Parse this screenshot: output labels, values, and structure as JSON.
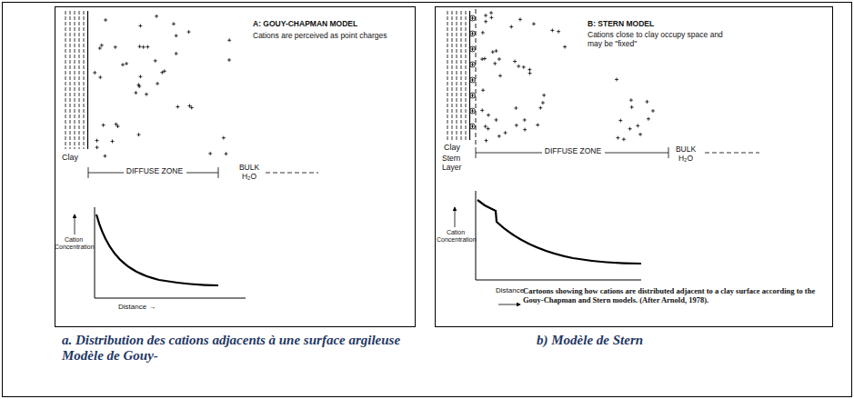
{
  "diagram": {
    "nodes": [
      {
        "text": [
          "A: GOUY-CHAPMAN MODEL",
          "Cations are perceived as point charges"
        ]
      },
      {
        "text": [
          "B: STERN MODEL",
          "Cations close to clay occupy space and may be \"fixed\""
        ]
      }
    ],
    "labels": [
      "Clay",
      "DIFFUSE ZONE",
      "BULK H₂O",
      "Cation Concentration",
      "Distance →",
      "Clay",
      "Stern Layer",
      "DIFFUSE ZONE",
      "BULK H₂O",
      "Cation Concentration",
      "Distance",
      "Cartoons showing how cations are distributed adjacent to a clay surface according to the Gouy-Chapman and Stern models. (After Arnold, 1978).",
      "a. Distribution des cations adjacents à une surface argileuse Modèle de Gouy-",
      "b) Modèle de Stern"
    ]
  }
}
